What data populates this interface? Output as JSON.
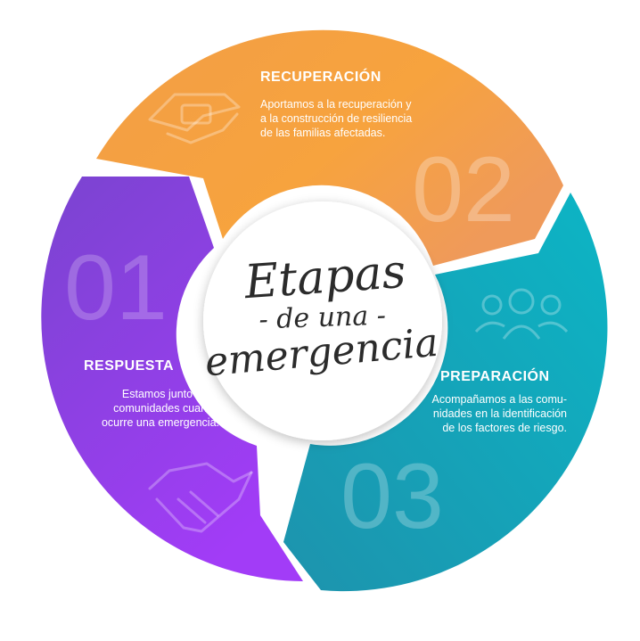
{
  "center": {
    "line1": "Etapas",
    "line2": "- de una -",
    "line3": "emergencia"
  },
  "stages": [
    {
      "id": "respuesta",
      "number": "01",
      "title": "RESPUESTA",
      "text": [
        "Estamos junto a las",
        "comunidades cuando",
        "ocurre una emergencia."
      ],
      "icon": "handshake-icon",
      "color_start": "#8e44d6",
      "color_end": "#a03cf5"
    },
    {
      "id": "recuperacion",
      "number": "02",
      "title": "RECUPERACIÓN",
      "text": [
        "Aportamos a la recuperación y",
        "a la construcción de resiliencia",
        "de las familias afectadas."
      ],
      "icon": "helping-hand-icon",
      "color_start": "#f39b3c",
      "color_end": "#f0a050"
    },
    {
      "id": "preparacion",
      "number": "03",
      "title": "PREPARACIÓN",
      "text": [
        "Acompañamos a las comu-",
        "nidades en la identificación",
        "de los factores de riesgo."
      ],
      "icon": "people-group-icon",
      "color_start": "#1aa3b5",
      "color_end": "#0fb3c2"
    }
  ]
}
